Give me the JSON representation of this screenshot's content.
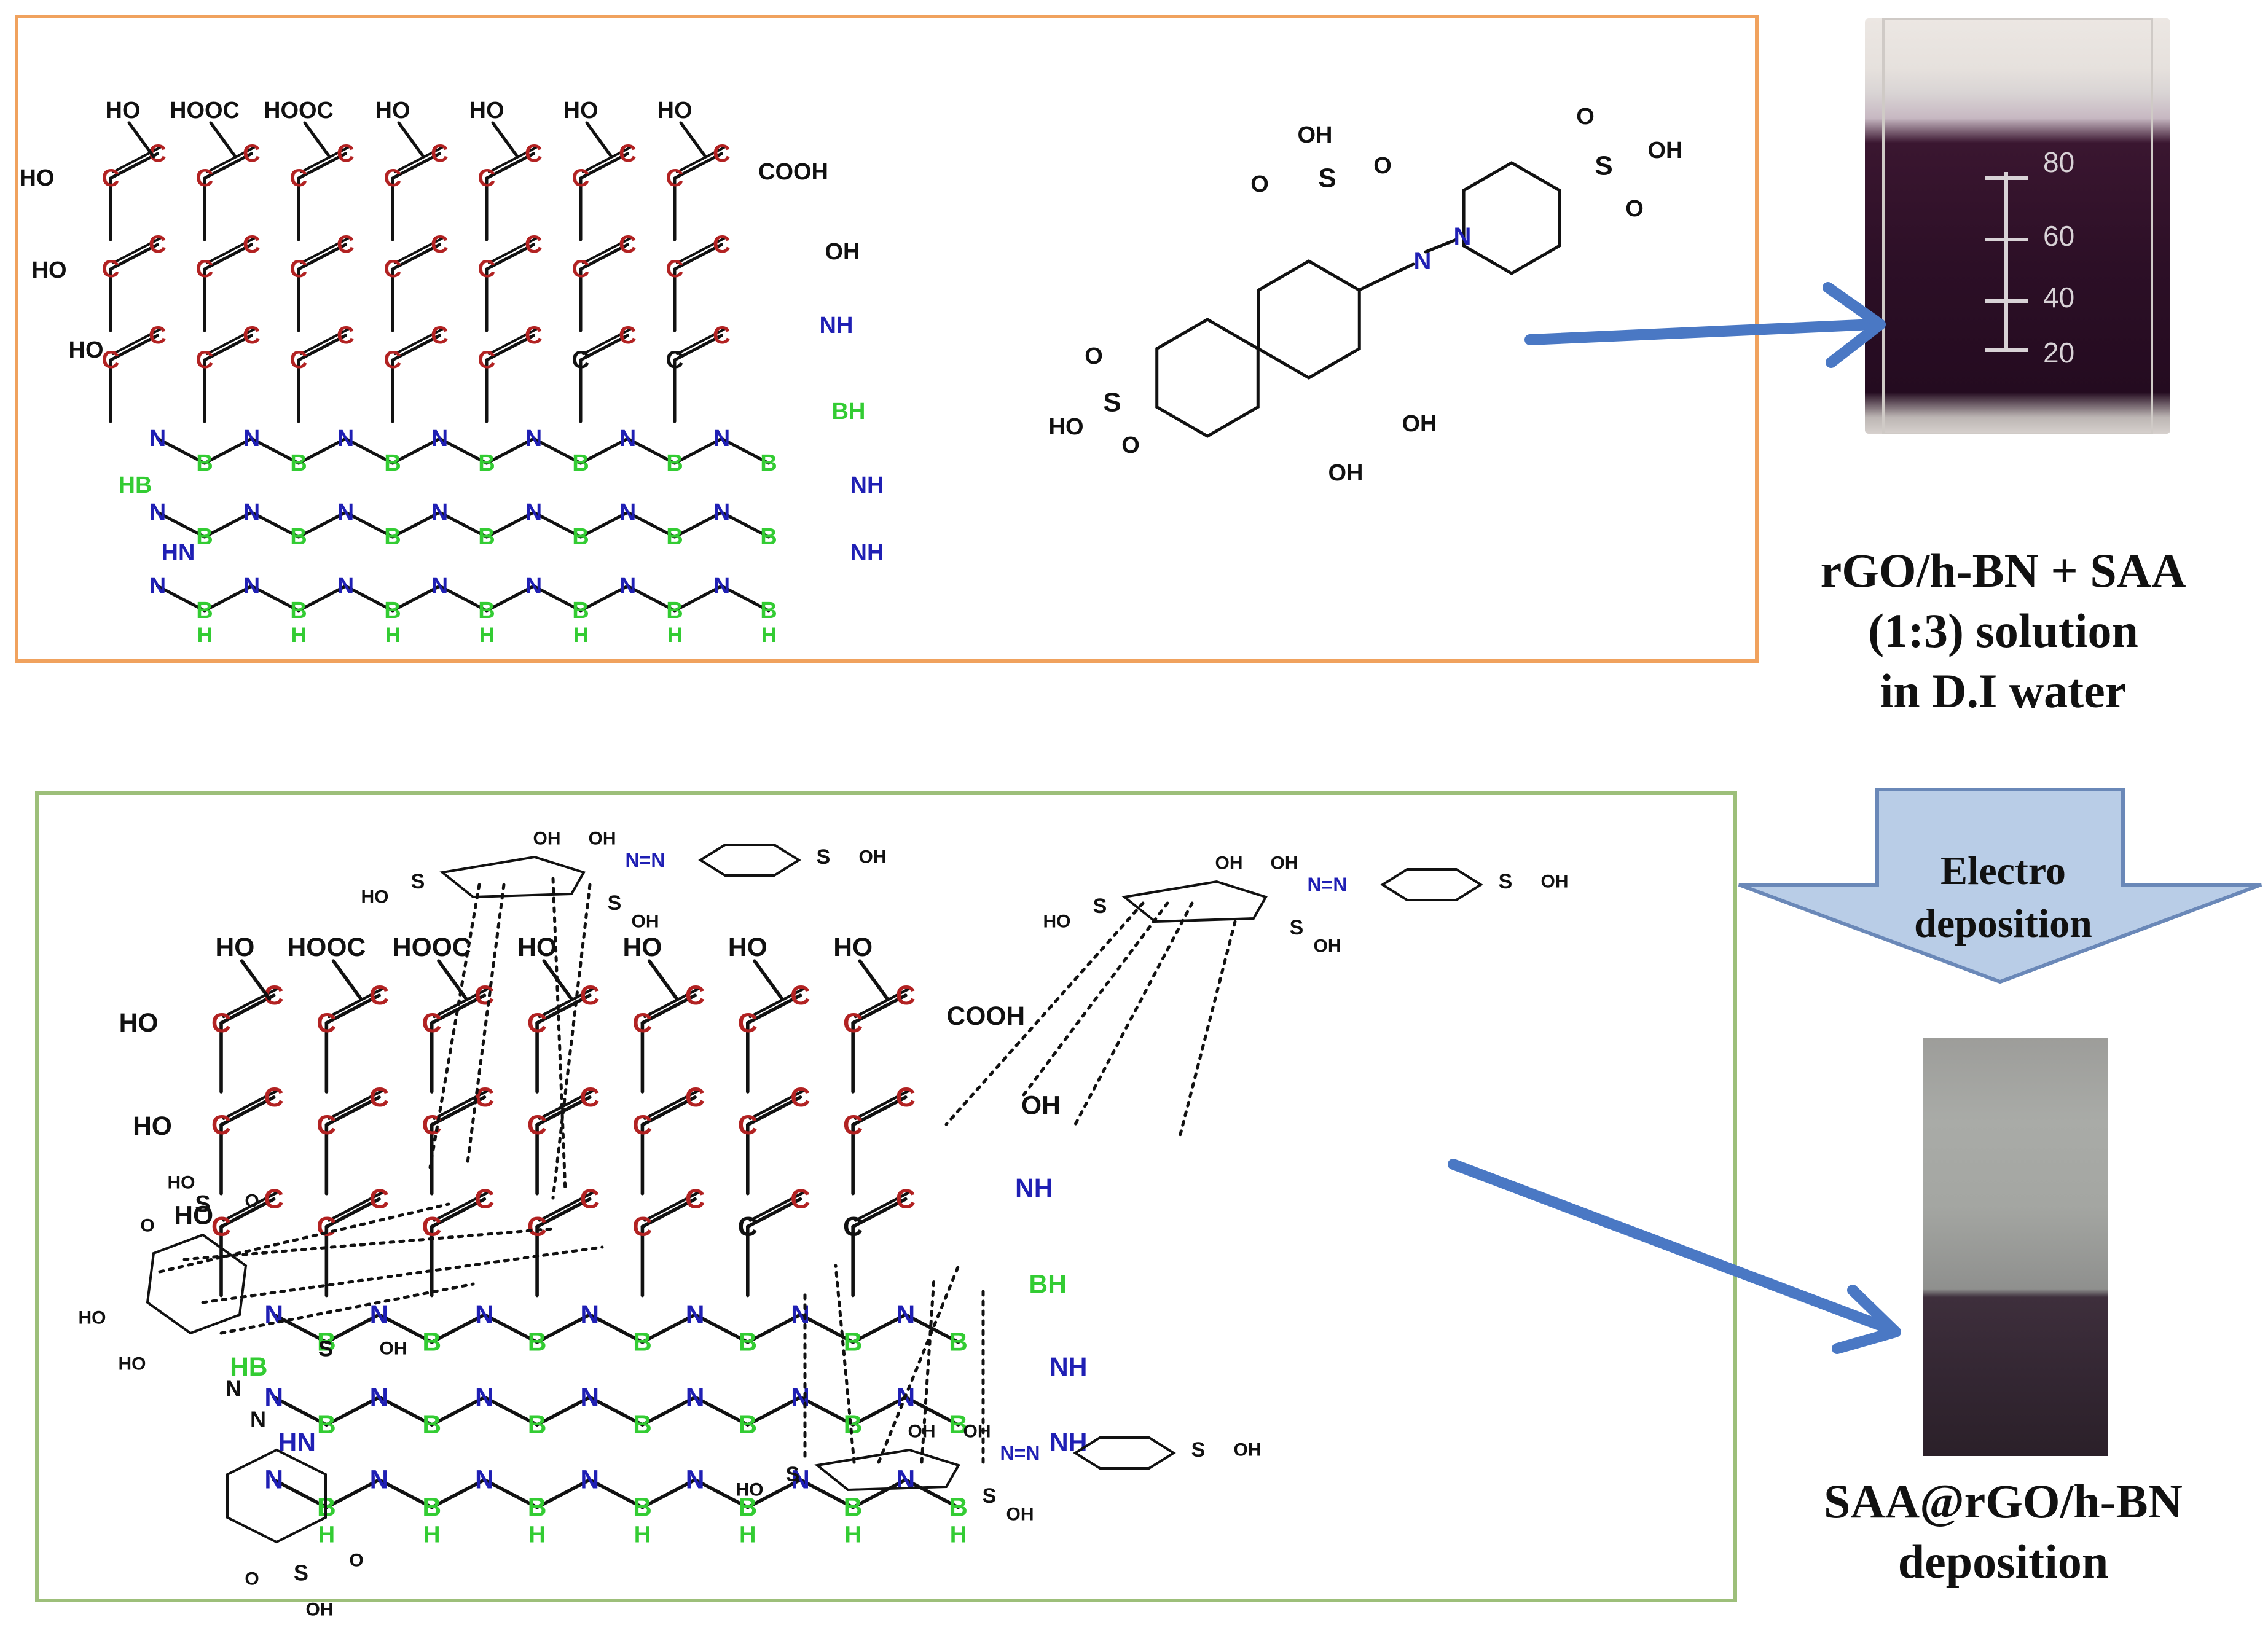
{
  "captions": {
    "solution_line1": "rGO/h-BN + SAA",
    "solution_line2": "(1:3) solution",
    "solution_line3": "in D.I water",
    "electro_line1": "Electro",
    "electro_line2": "deposition",
    "deposition_line1": "SAA@rGO/h-BN",
    "deposition_line2": "deposition"
  },
  "beaker_marks": [
    "80",
    "60",
    "40",
    "20"
  ],
  "labels": {
    "HO": "HO",
    "HOOC": "HOOC",
    "COOH": "COOH",
    "OH": "OH",
    "NH": "NH",
    "HN": "HN",
    "HB": "HB",
    "BH": "BH",
    "B": "B",
    "H": "H",
    "C": "C",
    "N": "N",
    "S": "S",
    "O": "O",
    "N=N": "N=N"
  },
  "colors": {
    "carbon": "#b22222",
    "carbon_black": "#111111",
    "nitrogen": "#1f1fb4",
    "boron": "#33cc33",
    "arrow": "#4a78c4",
    "top_border": "#f0a25e",
    "bottom_border": "#9dbf7a",
    "block_arrow_fill": "#b9cde7",
    "block_arrow_stroke": "#6a88b8"
  }
}
